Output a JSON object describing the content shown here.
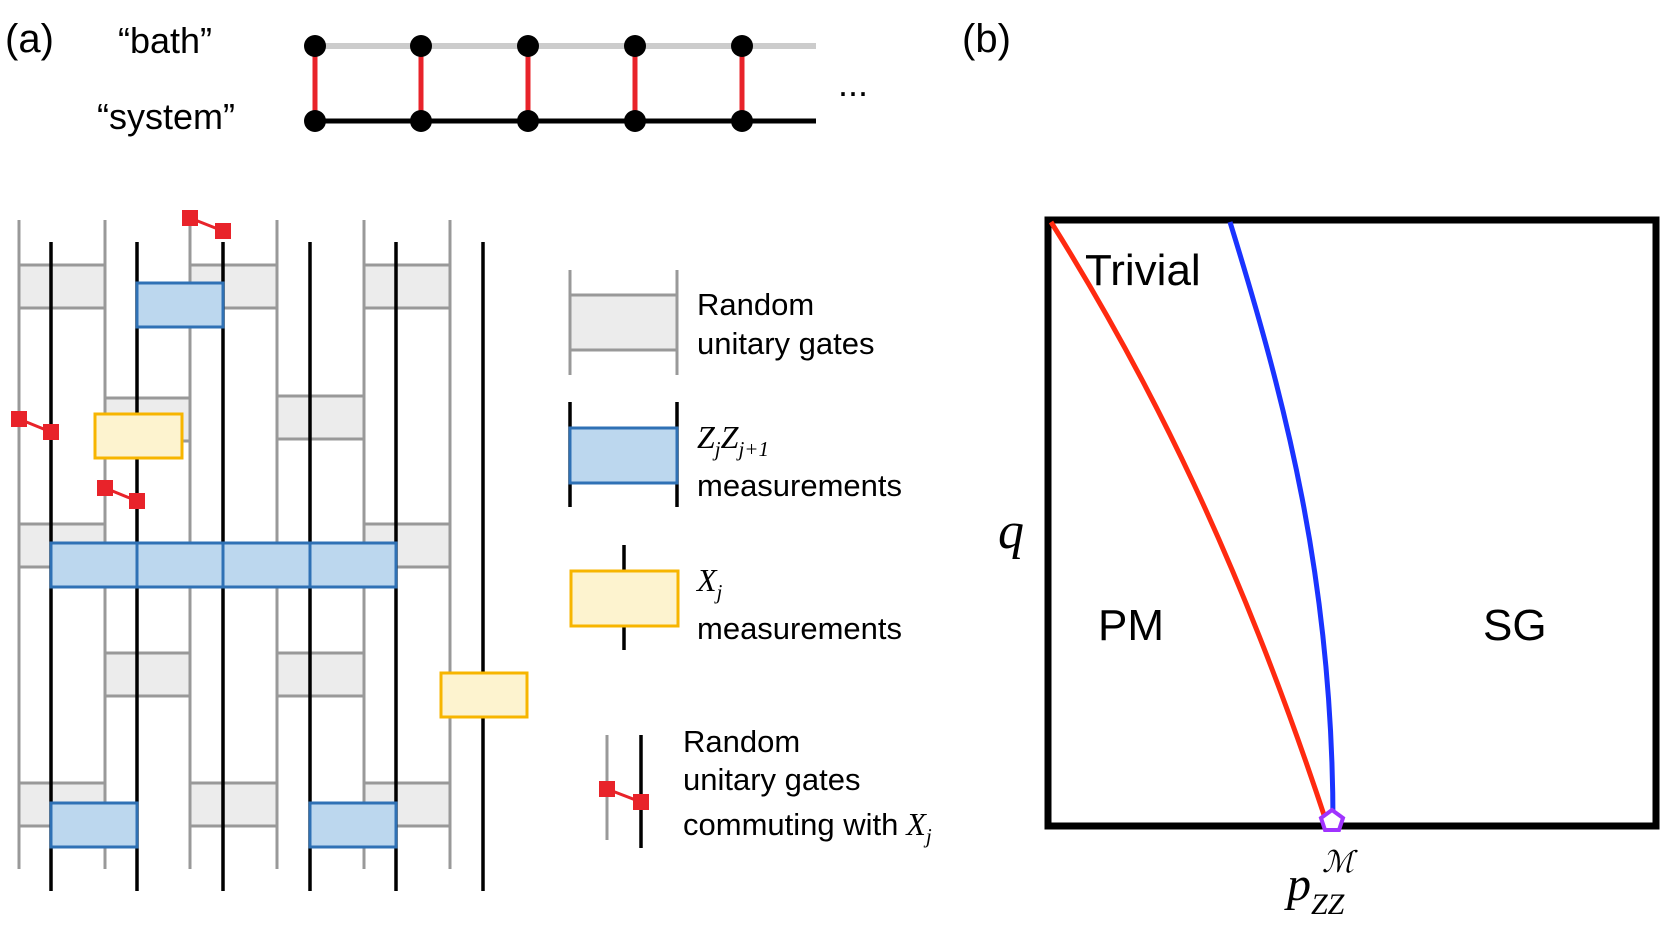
{
  "panel_a": {
    "label": "(a)",
    "bath_label": "“bath”",
    "system_label": "“system”",
    "ellipsis": "...",
    "legend": {
      "unitary_line1": "Random",
      "unitary_line2": "unitary gates",
      "zz_math": "Z",
      "zz_sub_j": "j",
      "zz_math2": "Z",
      "zz_sub_j1": "j+1",
      "zz_text": "measurements",
      "x_math": "X",
      "x_sub": "j",
      "x_text": "measurements",
      "commuting_line1": "Random",
      "commuting_line2": "unitary gates",
      "commuting_line3": "commuting with",
      "commuting_math": "X",
      "commuting_sub": "j"
    }
  },
  "panel_b": {
    "label": "(b)",
    "y_axis_label": "q",
    "x_axis_label_main": "p",
    "x_axis_label_sub": "ZZ",
    "x_axis_label_sup": "ℳ",
    "region_trivial": "Trivial",
    "region_pm": "PM",
    "region_sg": "SG"
  },
  "colors": {
    "bath_line": "#cccccc",
    "system_line": "#000000",
    "coupling": "#e8232a",
    "gray_gate_fill": "#ececec",
    "gray_gate_stroke": "#999999",
    "zz_fill": "#bcd7ee",
    "zz_stroke": "#2f71b5",
    "x_fill": "#fdf3cf",
    "x_stroke": "#f7b500",
    "red_boundary": "#ff2a10",
    "blue_boundary": "#1a33ff",
    "critical_point": "#a033ff"
  }
}
